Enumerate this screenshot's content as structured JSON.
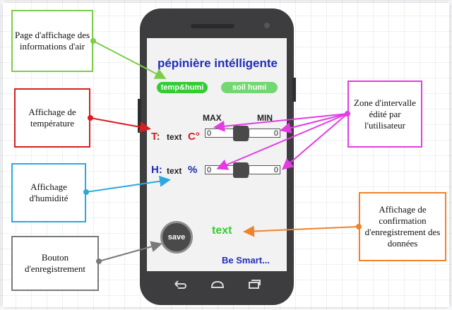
{
  "annotations": {
    "air_page": "Page d'affichage des informations d'air",
    "temp_display": "Affichage de température",
    "interval_zone": "Zone d'intervalle édité par l'utilisateur",
    "humid_display": "Affichage d'humidité",
    "save_confirm": "Affichage de confirmation d'enregistrement des données",
    "save_button": "Bouton d'enregistrement"
  },
  "app": {
    "title": "pépinière intélligente",
    "tabs": [
      "temp&humi",
      "soil humi"
    ],
    "max_label": "MAX",
    "min_label": "MIN",
    "temp": {
      "prefix": "T:",
      "value": "text",
      "unit": "C°",
      "max_value": "0",
      "min_value": "0"
    },
    "humi": {
      "prefix": "H:",
      "value": "text",
      "unit": "%",
      "max_value": "0",
      "min_value": "0"
    },
    "save_label": "save",
    "confirm_text": "text",
    "slogan": "Be Smart..."
  },
  "colors": {
    "green_box": "#7ccd4a",
    "red_box": "#d42020",
    "magenta_box": "#e23ce2",
    "blue_box": "#2aa9e0",
    "orange_box": "#f0822a",
    "gray_box": "#7a7a7a"
  },
  "icons": [
    "back-icon",
    "home-icon",
    "recent-apps-icon"
  ]
}
